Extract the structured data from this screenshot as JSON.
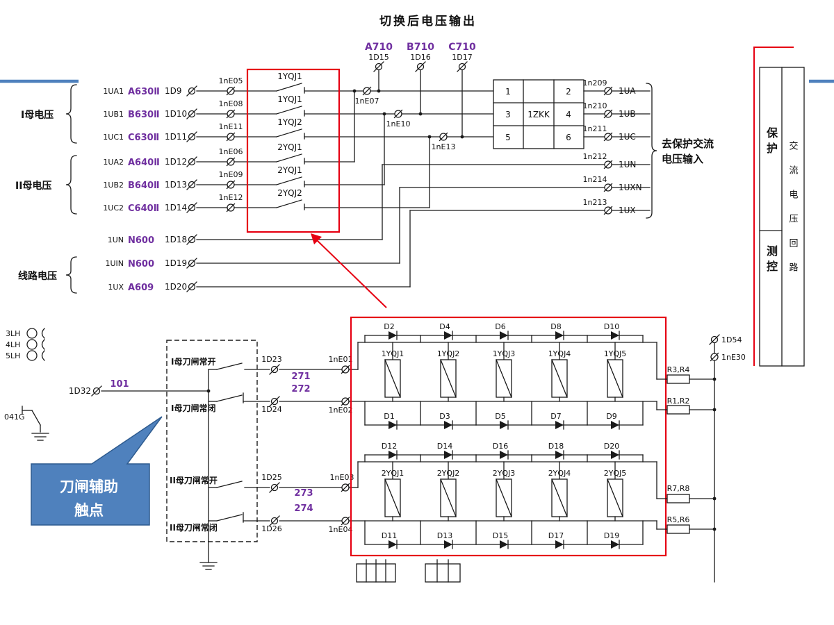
{
  "colors": {
    "purple": "#7030A0",
    "red": "#E60012",
    "callout_fill": "#4F81BD",
    "slide_line": "#4F81BD"
  },
  "title": "切换后电压输出",
  "phase_taps": [
    {
      "wire": "A710",
      "terminal": "1D15"
    },
    {
      "wire": "B710",
      "terminal": "1D16"
    },
    {
      "wire": "C710",
      "terminal": "1D17"
    }
  ],
  "bus_inputs": {
    "group1_label": "I母电压",
    "group2_label": "II母电压",
    "group3_label": "线路电压",
    "rows": [
      {
        "signal": "1UA1",
        "wire": "A630Ⅱ",
        "terminal": "1D9",
        "link": "1nE05",
        "contact": "1YQJ1"
      },
      {
        "signal": "1UB1",
        "wire": "B630Ⅱ",
        "terminal": "1D10",
        "link": "1nE08",
        "contact": "1YQJ1"
      },
      {
        "signal": "1UC1",
        "wire": "C630Ⅱ",
        "terminal": "1D11",
        "link": "1nE11",
        "contact": "1YQJ2"
      },
      {
        "signal": "1UA2",
        "wire": "A640Ⅱ",
        "terminal": "1D12",
        "link": "1nE06",
        "contact": "2YQJ1"
      },
      {
        "signal": "1UB2",
        "wire": "B640Ⅱ",
        "terminal": "1D13",
        "link": "1nE09",
        "contact": "2YQJ1"
      },
      {
        "signal": "1UC2",
        "wire": "C640Ⅱ",
        "terminal": "1D14",
        "link": "1nE12",
        "contact": "2YQJ2"
      },
      {
        "signal": "1UN",
        "wire": "N600",
        "terminal": "1D18"
      },
      {
        "signal": "1UIN",
        "wire": "N600",
        "terminal": "1D19"
      },
      {
        "signal": "1UX",
        "wire": "A609",
        "terminal": "1D20"
      }
    ]
  },
  "mid_links": [
    "1nE07",
    "1nE10",
    "1nE13"
  ],
  "switch_block": {
    "label": "1ZKK",
    "cells": [
      "1",
      "2",
      "3",
      "4",
      "5",
      "6"
    ]
  },
  "outputs": [
    {
      "terminal": "1n209",
      "signal": "1UA"
    },
    {
      "terminal": "1n210",
      "signal": "1UB"
    },
    {
      "terminal": "1n211",
      "signal": "1UC"
    },
    {
      "terminal": "1n212",
      "signal": "1UN"
    },
    {
      "terminal": "1n214",
      "signal": "1UXN"
    },
    {
      "terminal": "1n213",
      "signal": "1UX"
    }
  ],
  "output_note": {
    "line1": "去保护交流",
    "line2": "电压输入"
  },
  "panel": {
    "top": "保护",
    "bottom": "测控",
    "side": "交流电压回路"
  },
  "ct_labels": [
    "3LH",
    "4LH",
    "5LH"
  ],
  "disconnector_label": "041G",
  "knife_section": {
    "terminal": "1D32",
    "wire": "101",
    "callout": {
      "line1": "刀闸辅助",
      "line2": "触点"
    },
    "contacts": [
      {
        "label": "I母刀闸常开",
        "terminal": "1D23",
        "wire": "271",
        "link": "1nE01"
      },
      {
        "label": "I母刀闸常闭",
        "terminal": "1D24",
        "wire": "272",
        "link": "1nE02"
      },
      {
        "label": "II母刀闸常开",
        "terminal": "1D25",
        "wire": "273",
        "link": "1nE03"
      },
      {
        "label": "II母刀闸常闭",
        "terminal": "1D26",
        "wire": "274",
        "link": "1nE04"
      }
    ]
  },
  "relay_matrix": {
    "groups": [
      {
        "top_diodes": [
          "D2",
          "D4",
          "D6",
          "D8",
          "D10"
        ],
        "relays": [
          "1YQJ1",
          "1YQJ2",
          "1YQJ3",
          "1YQJ4",
          "1YQJ5"
        ],
        "bottom_diodes": [
          "D1",
          "D3",
          "D5",
          "D7",
          "D9"
        ],
        "res_top": "R3,R4",
        "res_bottom": "R1,R2"
      },
      {
        "top_diodes": [
          "D12",
          "D14",
          "D16",
          "D18",
          "D20"
        ],
        "relays": [
          "2YQJ1",
          "2YQJ2",
          "2YQJ3",
          "2YQJ4",
          "2YQJ5"
        ],
        "bottom_diodes": [
          "D11",
          "D13",
          "D15",
          "D17",
          "D19"
        ],
        "res_top": "R7,R8",
        "res_bottom": "R5,R6"
      }
    ],
    "right_terminal": "1D54",
    "right_link": "1nE30"
  }
}
